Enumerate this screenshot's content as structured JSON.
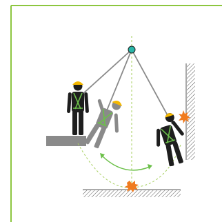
{
  "diagram": {
    "scene": "swing-fall-hazard",
    "colors": {
      "border": "#8cc63f",
      "rope": "#8a8a8a",
      "anchor": "#29b6a8",
      "worker": "#1e1e1e",
      "worker_falling": "#8a8a8a",
      "helmet": "#f5b800",
      "harness": "#6cc04a",
      "impact": "#f07b1f",
      "ledge": "#8a8a8a",
      "hatch": "#555555",
      "arc": "#a6cf5e"
    },
    "elements": [
      {
        "name": "anchor-point",
        "icon": "anchor-circle"
      },
      {
        "name": "worker-standing",
        "icon": "worker-harness"
      },
      {
        "name": "worker-falling",
        "icon": "worker-harness"
      },
      {
        "name": "worker-wall-impact",
        "icon": "worker-harness"
      },
      {
        "name": "ground-impact",
        "icon": "impact-burst"
      },
      {
        "name": "wall-impact",
        "icon": "impact-burst"
      },
      {
        "name": "swing-direction",
        "icon": "double-arrow-arc"
      }
    ]
  }
}
